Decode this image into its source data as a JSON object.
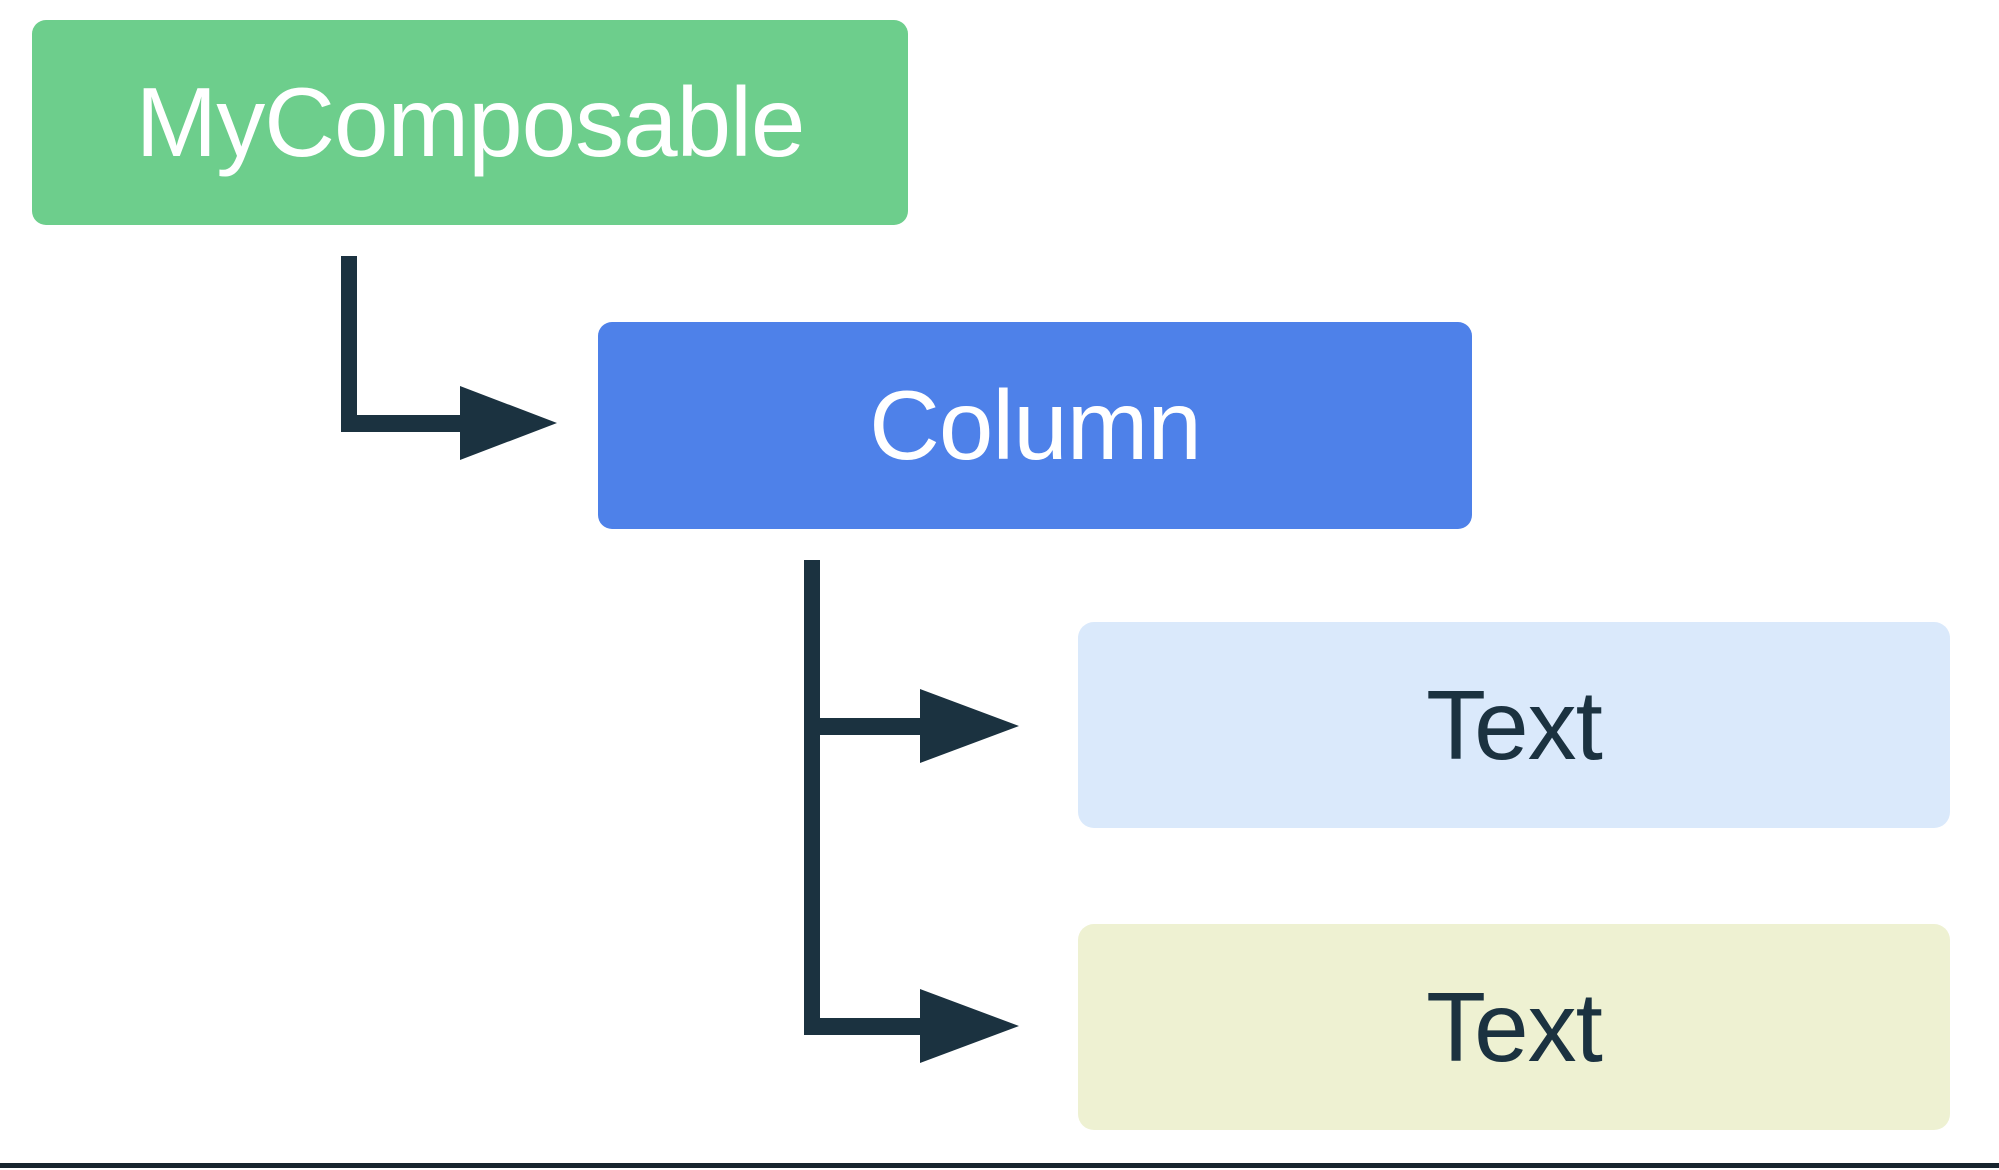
{
  "diagram": {
    "description": "UI hierarchy tree: MyComposable contains Column which contains two Text children",
    "nodes": {
      "root": {
        "label": "MyComposable"
      },
      "container": {
        "label": "Column"
      },
      "leaf1": {
        "label": "Text"
      },
      "leaf2": {
        "label": "Text"
      }
    },
    "colors": {
      "canvas_bg": "#ffffff",
      "root_bg": "#6dce8c",
      "root_text": "#ffffff",
      "container_bg": "#4e81e9",
      "container_text": "#ffffff",
      "leaf1_bg": "#dae9fb",
      "leaf2_bg": "#eef1d2",
      "leaf_text": "#1b3240",
      "connector": "#1b3240",
      "bottom_rule": "#17242e"
    }
  }
}
